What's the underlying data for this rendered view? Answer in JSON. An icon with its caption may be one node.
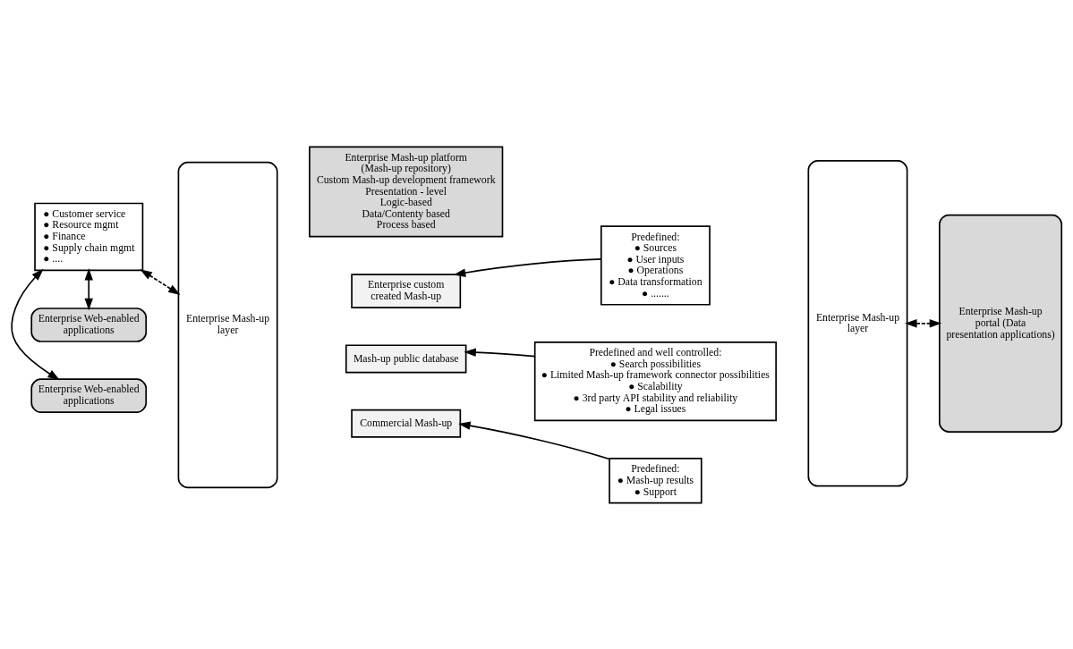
{
  "diagram": {
    "nodes": [
      {
        "text": [
          "Enterprise Mash-up platform",
          "(Mash-up repository)",
          "Custom Mash-up development framework",
          "Presentation - level",
          "Logic-based",
          "Data/Contenty based",
          "Process based"
        ]
      },
      {
        "text": [
          "Enterprise Web-enabled applications"
        ]
      },
      {
        "text": [
          "● Customer service",
          "● Resource mgmt",
          "● Finance",
          "● Supply chain mgmt",
          "● ...."
        ]
      },
      {
        "text": [
          "Enterprise Web-enabled applications"
        ]
      },
      {
        "text": [
          "Enterprise Mash-up layer"
        ]
      },
      {
        "text": [
          "Enterprise custom created Mash-up"
        ]
      },
      {
        "text": [
          "Predefined:",
          "● Sources",
          "● User inputs",
          "● Operations",
          "● Data transformation",
          "● ......."
        ]
      },
      {
        "text": [
          "Mash-up public database"
        ]
      },
      {
        "text": [
          "Predefined and well controlled:",
          "● Search possibilities",
          "● Limited Mash-up framework connector possibilities",
          "● Scalability",
          "● 3rd party API stability and reliability",
          "● Legal issues"
        ]
      },
      {
        "text": [
          "Commercial Mash-up"
        ]
      },
      {
        "text": [
          "Predefined:",
          "● Mash-up results",
          "● Support"
        ]
      },
      {
        "text": [
          "Enterprise Mash-up layer"
        ]
      },
      {
        "text": [
          "Enterprise Mash-up portal (Data presentation applications)"
        ]
      }
    ],
    "edges": [
      {
        "from": 2,
        "to": 1,
        "arrow": "both"
      },
      {
        "from": 2,
        "to": 3,
        "arrow": "both"
      },
      {
        "from": 2,
        "to": 4,
        "arrow": "both",
        "style": "dashed"
      },
      {
        "from": 6,
        "to": 5,
        "arrow": "to"
      },
      {
        "from": 8,
        "to": 7,
        "arrow": "to"
      },
      {
        "from": 10,
        "to": 9,
        "arrow": "to"
      },
      {
        "from": 11,
        "to": 12,
        "arrow": "both",
        "style": "dashed"
      }
    ]
  }
}
